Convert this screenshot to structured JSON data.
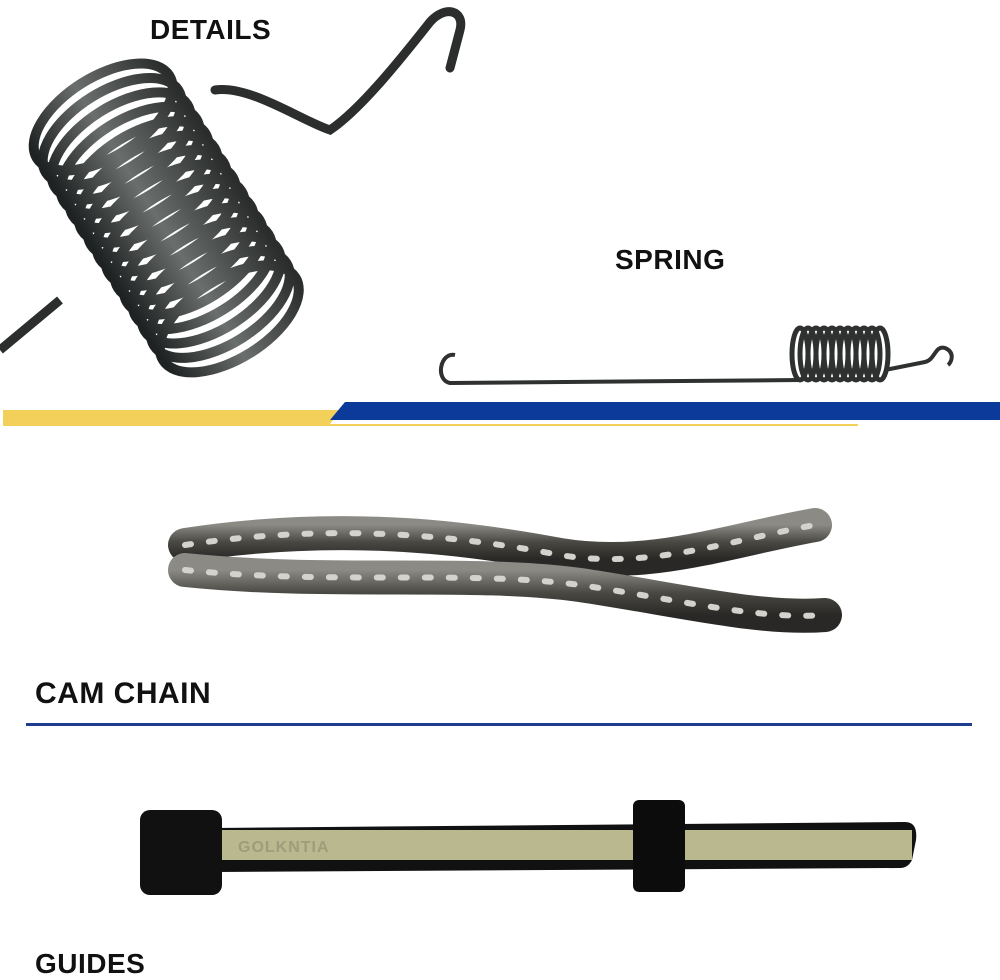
{
  "labels": {
    "details": "DETAILS",
    "spring": "SPRING",
    "cam_chain": "CAM CHAIN",
    "guides": "GUIDES"
  },
  "guide_brand": "GOLKNTIA",
  "colors": {
    "yellow_stripe": "#f2d05a",
    "blue_stripe": "#0b3a9a",
    "divider": "#1e3d8f",
    "spring_metal": "#3a3d3d",
    "guide_face": "#b9b88f",
    "guide_body": "#111111"
  }
}
